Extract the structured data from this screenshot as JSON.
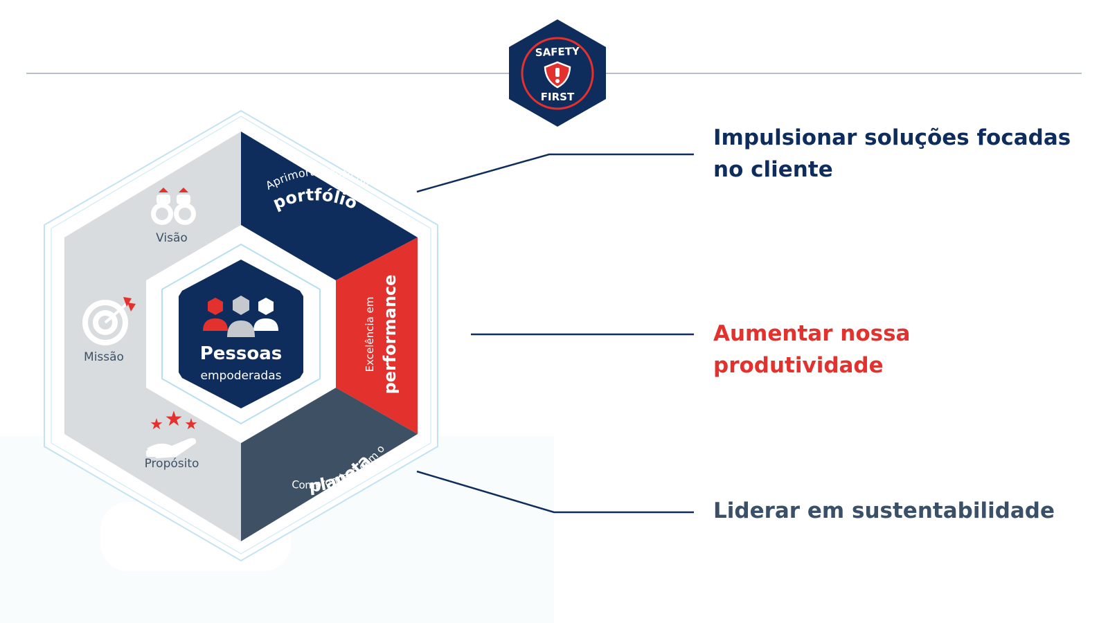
{
  "badge": {
    "top_text": "SAFETY",
    "bottom_text": "FIRST",
    "icon": "shield-exclamation-icon"
  },
  "hexagon": {
    "center": {
      "title": "Pessoas",
      "subtitle": "empoderadas",
      "icon": "people-group-icon"
    },
    "segments": {
      "portfolio": {
        "line1": "Aprimoramento do",
        "line2": "portfólio"
      },
      "performance": {
        "line1": "Excelência em",
        "line2": "performance"
      },
      "planet": {
        "line1": "Compromisso com o",
        "line2": "planeta"
      }
    },
    "foundation": {
      "vision": {
        "label": "Visão",
        "icon": "binoculars-icon"
      },
      "mission": {
        "label": "Missão",
        "icon": "target-icon"
      },
      "purpose": {
        "label": "Propósito",
        "icon": "hand-stars-icon"
      }
    }
  },
  "pillars": [
    {
      "text": "Impulsionar soluções focadas no cliente",
      "color": "#0f2d5c"
    },
    {
      "text": "Aumentar nossa produtividade",
      "color": "#e3312d"
    },
    {
      "text": "Liderar em sustentabilidade",
      "color": "#3a5068"
    }
  ],
  "colors": {
    "navy": "#0f2d5c",
    "red": "#e3312d",
    "slate": "#3e5064",
    "gray": "#d9dcdf",
    "outline": "#b7dff0",
    "rule": "#b5c0cb"
  }
}
